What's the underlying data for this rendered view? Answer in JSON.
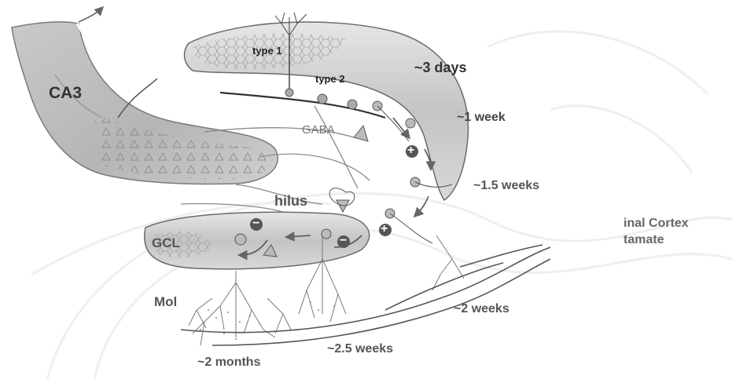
{
  "labels": {
    "ca3": "CA3",
    "type1": "type 1",
    "type2": "type 2",
    "days3": "~3 days",
    "week1": "~1 week",
    "gaba": "GABA",
    "weeks1_5": "~1.5 weeks",
    "hilus": "hilus",
    "gcl": "GCL",
    "mol": "Mol",
    "weeks2": "~2 weeks",
    "weeks2_5": "~2.5 weeks",
    "months2": "~2 months",
    "cortex": "inal Cortex",
    "tamate": "tamate"
  },
  "signs": {
    "plus": "+",
    "minus": "−"
  }
}
